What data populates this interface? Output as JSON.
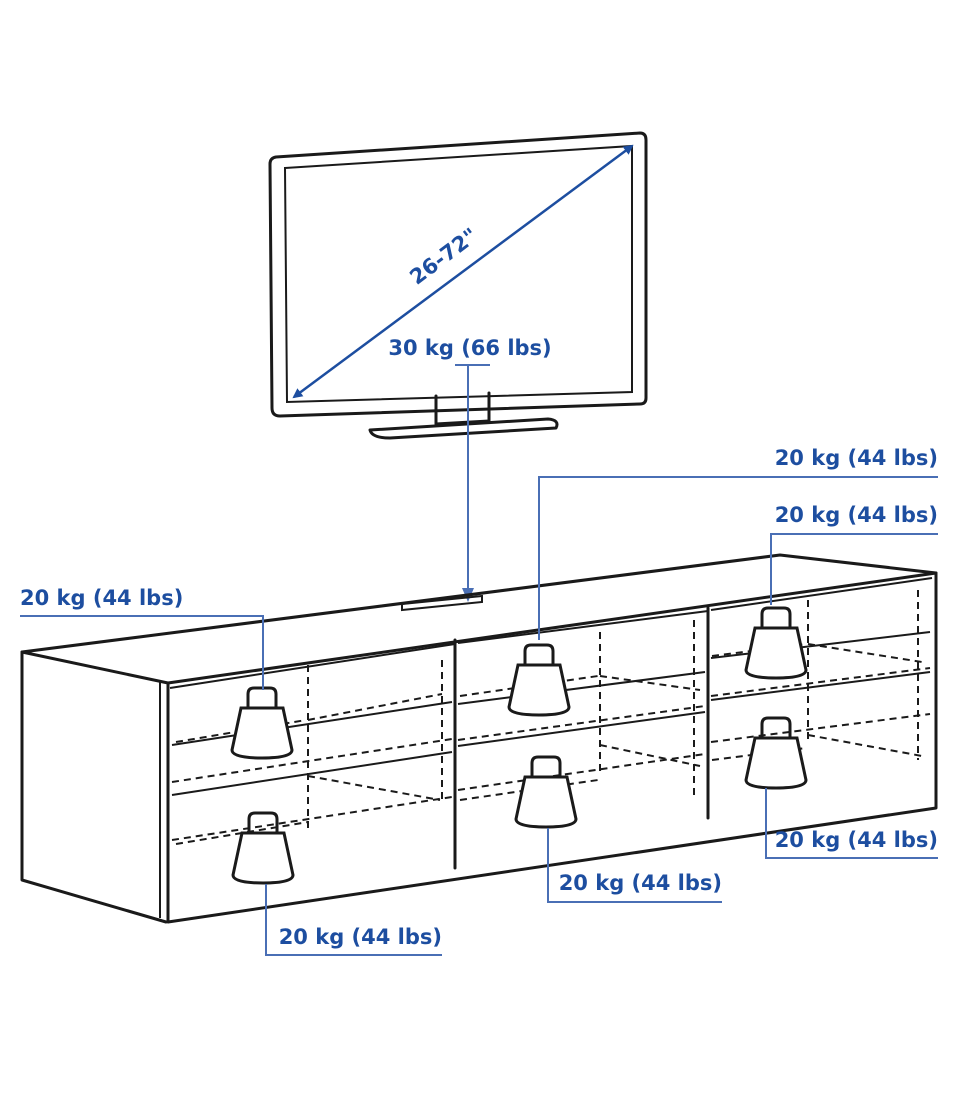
{
  "tv": {
    "screen_size": "26-72\"",
    "max_load": "30 kg (66 lbs)"
  },
  "compartment_loads": {
    "left_top": "20 kg (44 lbs)",
    "middle_top": "20 kg (44 lbs)",
    "right_top": "20 kg (44 lbs)",
    "right_bottom": "20 kg (44 lbs)",
    "middle_bottom": "20 kg (44 lbs)",
    "left_bottom": "20 kg (44 lbs)"
  },
  "colors": {
    "label": "#1d4ea0",
    "leader_line": "#4a6fb5",
    "outline": "#1a1a1a"
  },
  "icons": [
    "weight-icon",
    "television-icon",
    "dimension-arrow-icon"
  ]
}
